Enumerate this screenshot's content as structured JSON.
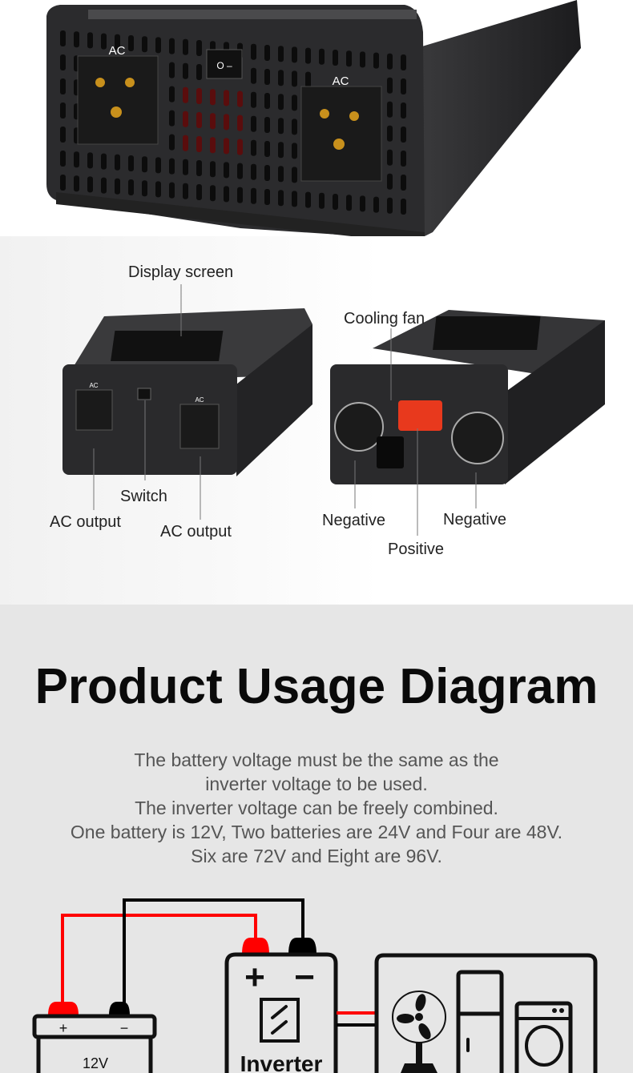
{
  "hero": {
    "socket_left_label": "AC",
    "socket_right_label": "AC",
    "switch_label": "O –"
  },
  "callouts": {
    "display_screen": "Display screen",
    "cooling_fan": "Cooling fan",
    "switch": "Switch",
    "ac_output_left": "AC output",
    "ac_output_right": "AC output",
    "negative_left": "Negative",
    "negative_right": "Negative",
    "positive": "Positive",
    "socket_small_left": "AC",
    "socket_small_right": "AC"
  },
  "usage": {
    "title": "Product Usage Diagram",
    "lines": [
      "The battery voltage must be the same as the",
      "inverter voltage to be used.",
      "The inverter voltage can be freely combined.",
      "One battery is 12V, Two batteries are 24V and Four are 48V.",
      "Six are 72V and Eight are 96V."
    ]
  },
  "diagram": {
    "battery_voltage": "12V",
    "battery_plus": "+",
    "battery_minus": "−",
    "inverter_plus": "+",
    "inverter_minus": "−",
    "inverter_label": "Inverter",
    "colors": {
      "positive": "#ff0000",
      "negative": "#000000",
      "line": "#111111"
    }
  }
}
